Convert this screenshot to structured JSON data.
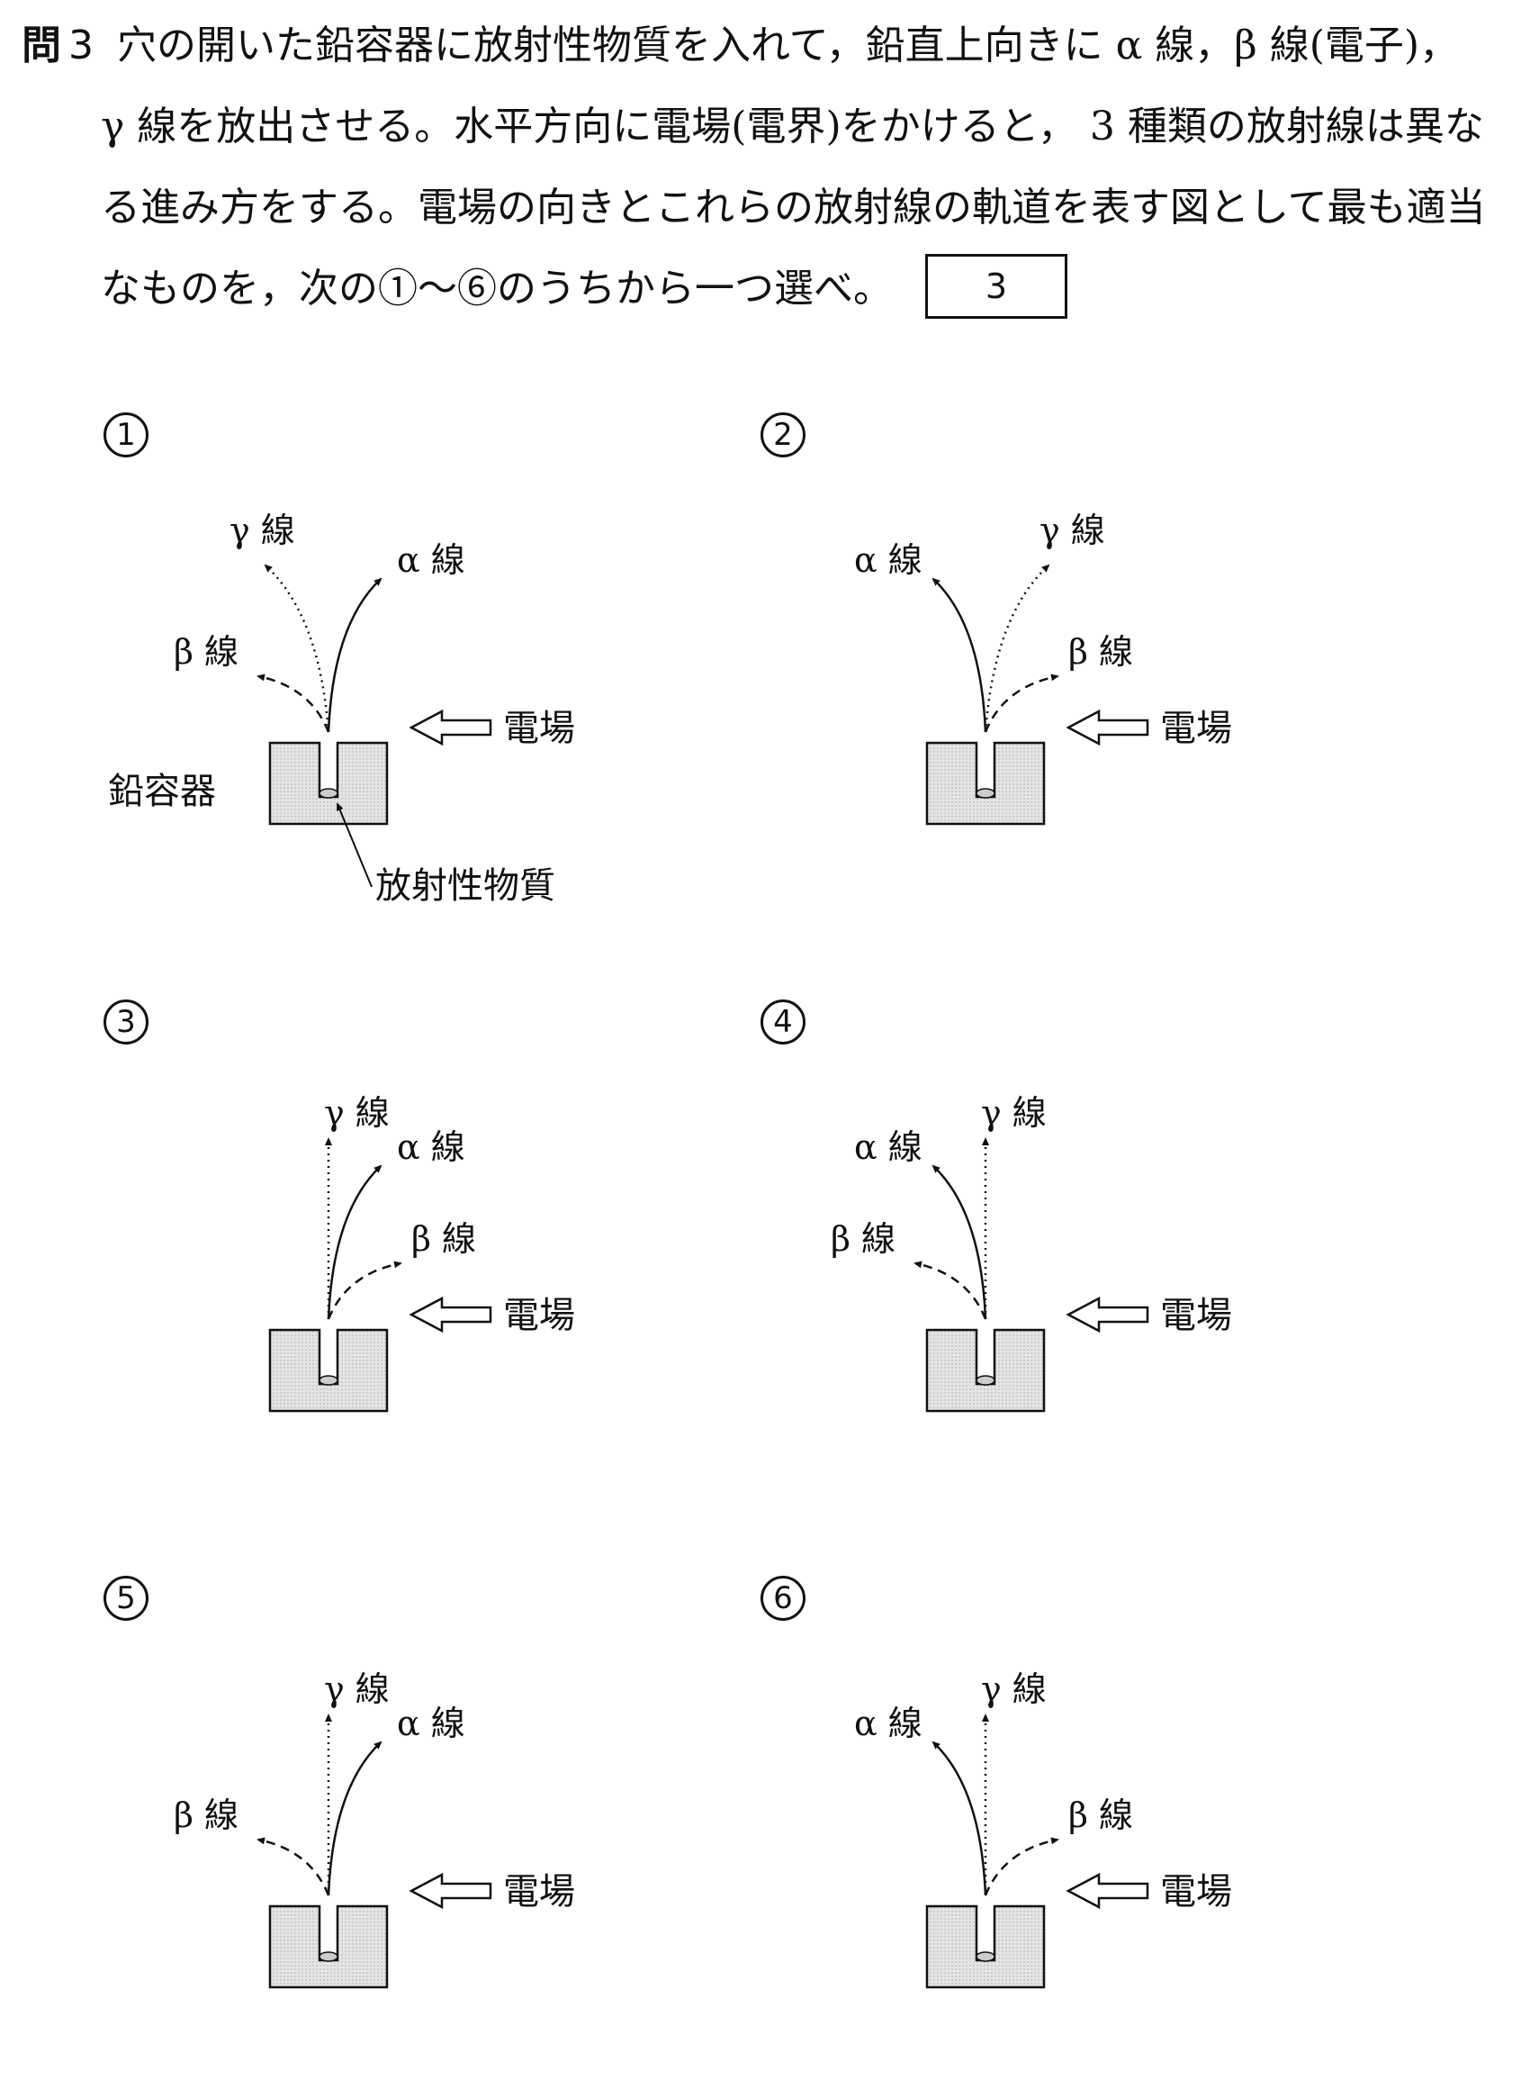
{
  "question": {
    "label": "問",
    "number": "3",
    "lines": [
      "穴の開いた鉛容器に放射性物質を入れて，鉛直上向きに α 線，β 線(電子)，",
      "γ 線を放出させる。水平方向に電場(電界)をかけると， 3 種類の放射線は異な",
      "る進み方をする。電場の向きとこれらの放射線の軌道を表す図として最も適当",
      "なものを，次の①～⑥のうちから一つ選べ。"
    ],
    "answer_box": "3"
  },
  "labels": {
    "alpha": "α 線",
    "beta": "β 線",
    "gamma": "γ 線",
    "field": "電場",
    "container": "鉛容器",
    "substance": "放射性物質"
  },
  "options": [
    {
      "number": "1",
      "field_direction": "left",
      "alpha": "right",
      "beta": "left",
      "gamma": "left",
      "gamma_dotted": true
    },
    {
      "number": "2",
      "field_direction": "left",
      "alpha": "left",
      "beta": "right",
      "gamma": "right",
      "gamma_dotted": true
    },
    {
      "number": "3",
      "field_direction": "left",
      "alpha": "right",
      "beta": "right",
      "gamma": "straight",
      "gamma_dotted": true
    },
    {
      "number": "4",
      "field_direction": "left",
      "alpha": "left",
      "beta": "left",
      "gamma": "straight",
      "gamma_dotted": true
    },
    {
      "number": "5",
      "field_direction": "left",
      "alpha": "right",
      "beta": "left",
      "gamma": "straight",
      "gamma_dotted": true
    },
    {
      "number": "6",
      "field_direction": "left",
      "alpha": "left",
      "beta": "right",
      "gamma": "straight",
      "gamma_dotted": true
    }
  ]
}
